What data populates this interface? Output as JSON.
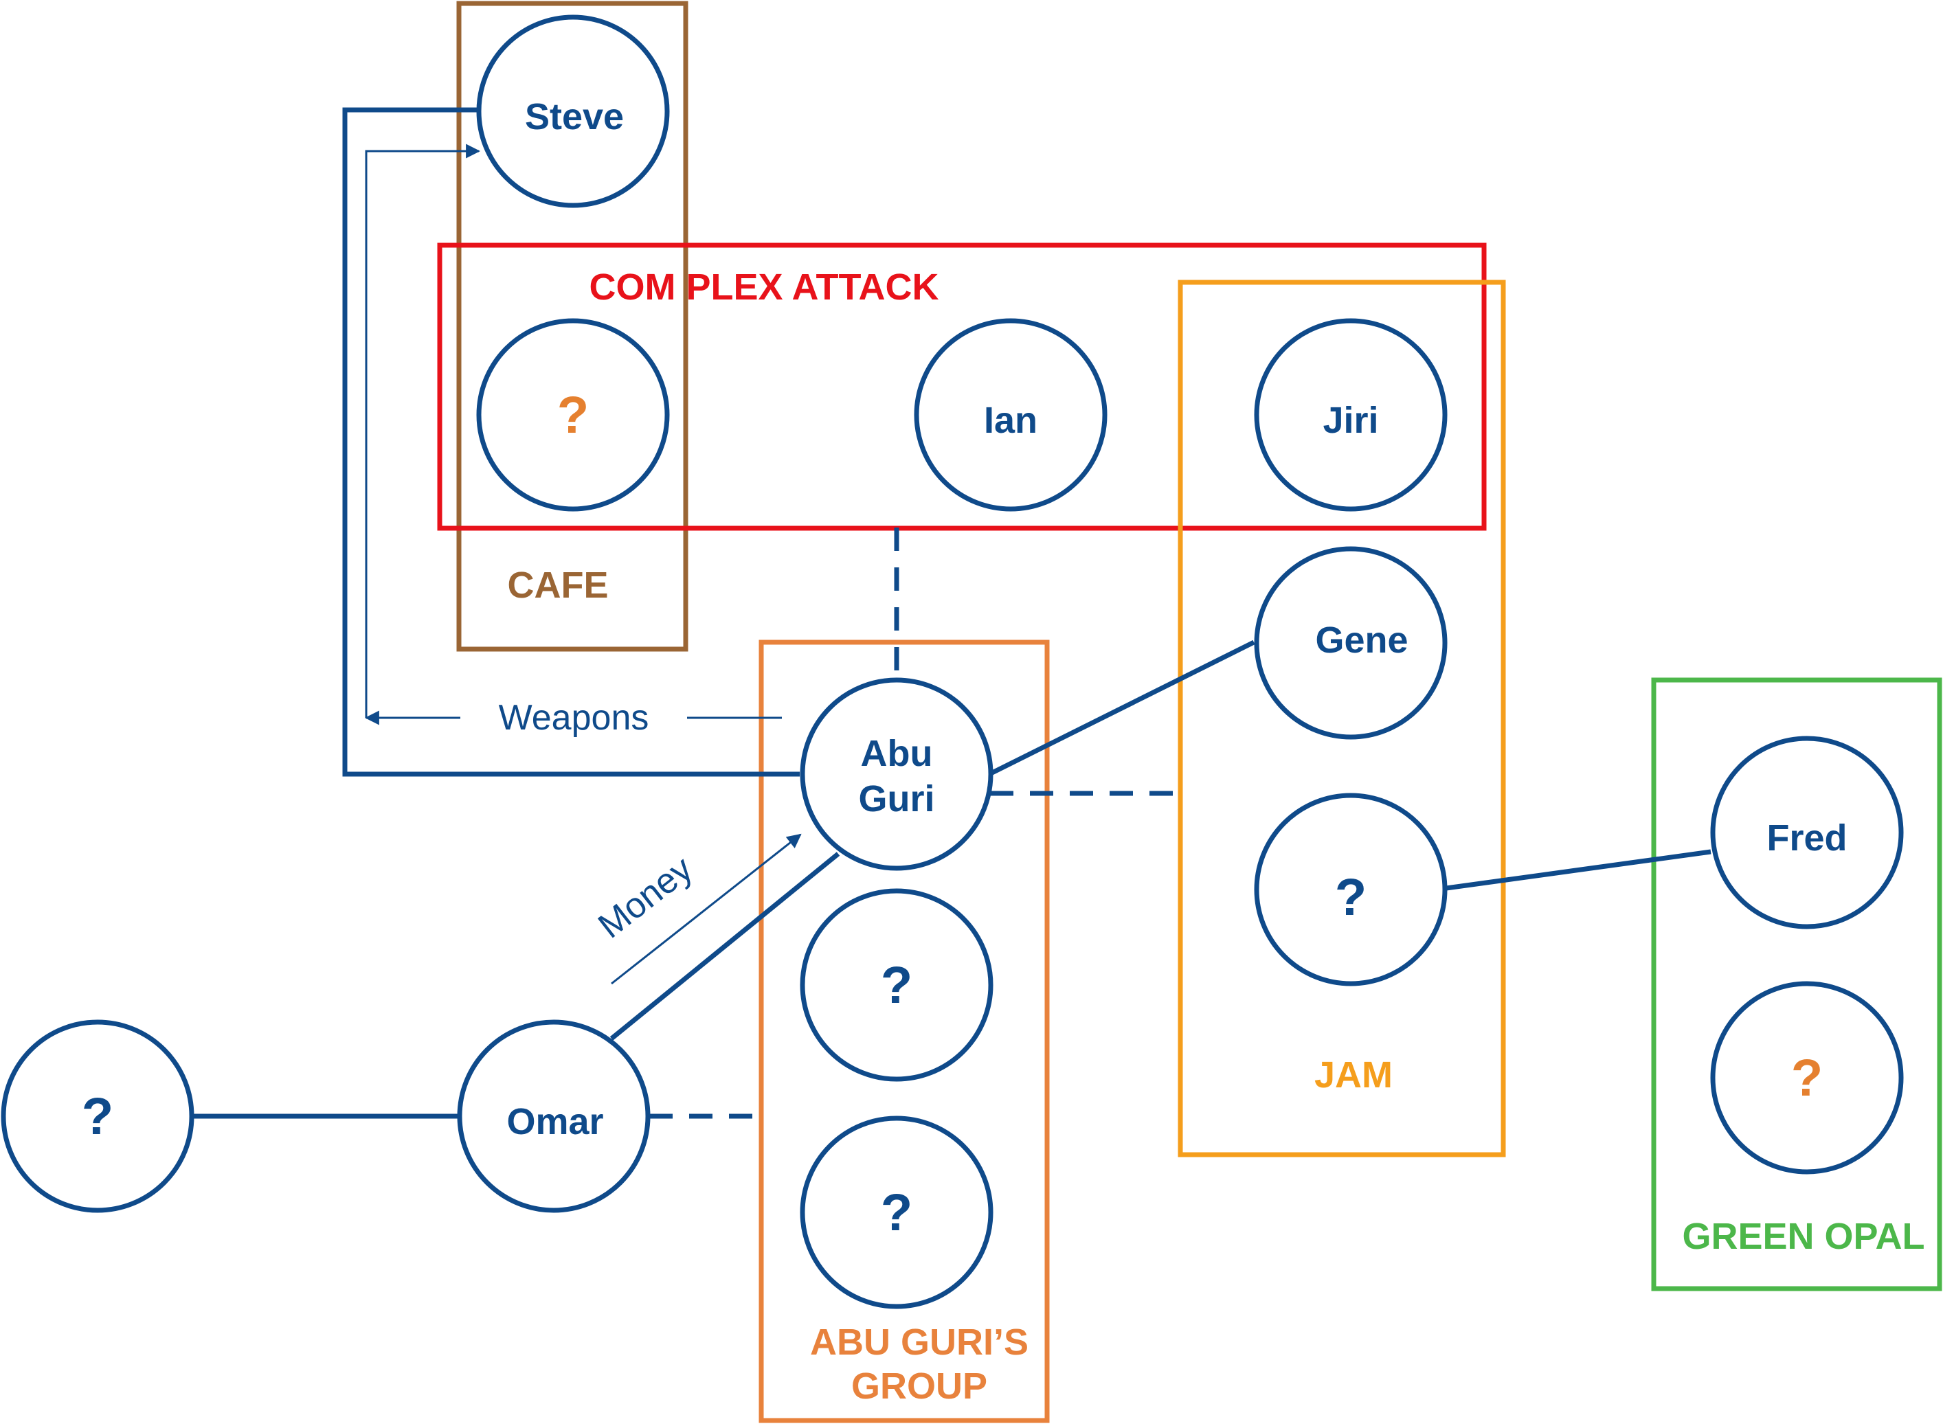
{
  "colors": {
    "node": "#0f4a8a",
    "unknown_orange": "#e5802f",
    "cafe": "#9a6534",
    "complex": "#e8121a",
    "abu": "#e8823c",
    "jam": "#f59e1c",
    "green": "#4cb74a"
  },
  "groups": {
    "cafe": "CAFE",
    "complex": "COM PLEX ATTACK",
    "abu_line1": "ABU GURI’S",
    "abu_line2": "GROUP",
    "jam": "JAM",
    "green": "GREEN OPAL"
  },
  "nodes": {
    "steve": "Steve",
    "cafe_unknown": "?",
    "ian": "Ian",
    "jiri": "Jiri",
    "gene": "Gene",
    "abu_line1": "Abu",
    "abu_line2": "Guri",
    "abu_unknown_1": "?",
    "abu_unknown_2": "?",
    "jam_unknown": "?",
    "fred": "Fred",
    "green_unknown": "?",
    "omar": "Omar",
    "left_unknown": "?"
  },
  "flows": {
    "weapons": "Weapons",
    "money": "Money"
  }
}
